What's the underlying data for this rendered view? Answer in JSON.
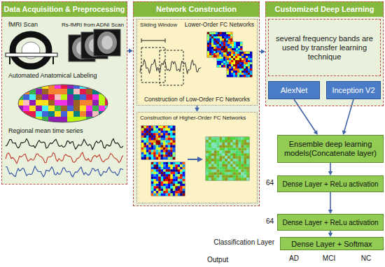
{
  "diagram": {
    "nodes": [
      {
        "text": [
          "Data Acquisition & Preprocessing"
        ]
      },
      {
        "text": [
          "Network Construction"
        ]
      },
      {
        "text": [
          "Sliding Window",
          "Lower-Order FC Networks",
          "Construction of Low-Order FC Networks"
        ],
        "in": 1
      },
      {
        "text": [
          "Construction of Higher-Order FC Networks"
        ],
        "in": 1
      },
      {
        "text": [
          "Customized Deep Learning"
        ]
      },
      {
        "text": [
          "several frequency bands are used by transfer learning technique"
        ],
        "in": 4
      },
      {
        "text": [
          "AlexNet"
        ],
        "in": 4
      },
      {
        "text": [
          "Inception V2"
        ],
        "in": 4
      },
      {
        "text": [
          "Ensemble deep learning models(Concatenate layer)"
        ]
      },
      {
        "text": [
          "Dense Layer + ReLu activation"
        ]
      },
      {
        "text": [
          "Dense Layer + ReLu activation"
        ]
      },
      {
        "text": [
          "Dense Layer + Softmax"
        ]
      }
    ],
    "edges": [
      {
        "from": 0,
        "to": 1,
        "arrow": "to"
      },
      {
        "from": 1,
        "to": 4,
        "arrow": "to"
      },
      {
        "from": 2,
        "to": 3,
        "arrow": "to"
      },
      {
        "from": 6,
        "to": 8,
        "arrow": "to"
      },
      {
        "from": 7,
        "to": 8,
        "arrow": "to"
      },
      {
        "from": 8,
        "to": 9,
        "arrow": "to"
      },
      {
        "from": 9,
        "to": 10,
        "arrow": "to"
      },
      {
        "from": 10,
        "to": 11,
        "arrow": "to"
      }
    ],
    "labels": [
      "fMRI Scan",
      "Rs-fMRI from ADNI Scan",
      "Automated Anatomical Labeling",
      "Regional mean time series",
      "64",
      "64",
      "Classification Layer",
      "Output",
      "AD",
      "MCI",
      "NC"
    ]
  }
}
